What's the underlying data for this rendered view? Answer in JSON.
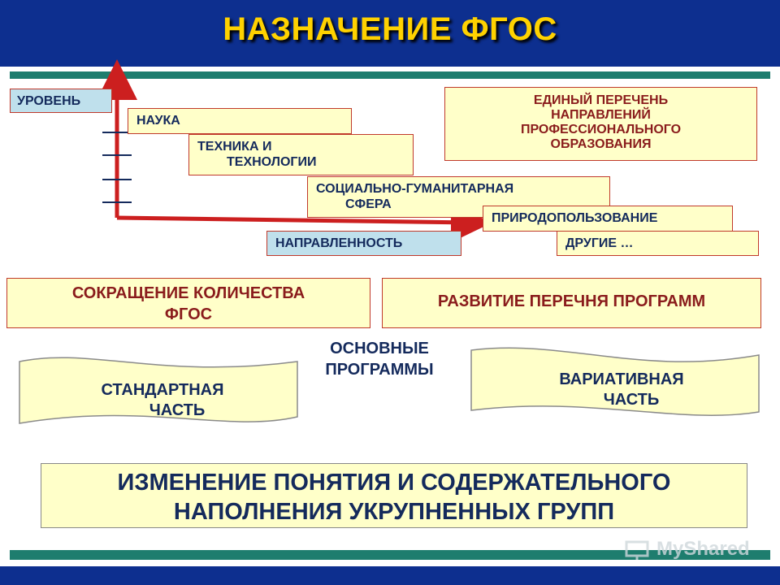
{
  "header": {
    "title": "НАЗНАЧЕНИЕ ФГОС"
  },
  "axis": {
    "y_label": "УРОВЕНЬ",
    "x_label": "НАПРАВЛЕННОСТЬ"
  },
  "steps": [
    {
      "text": "НАУКА"
    },
    {
      "line1": "ТЕХНИКА И",
      "line2": "ТЕХНОЛОГИИ"
    },
    {
      "line1": "СОЦИАЛЬНО-ГУМАНИТАРНАЯ",
      "line2": "СФЕРА"
    },
    {
      "text": "ПРИРОДОПОЛЬЗОВАНИЕ"
    },
    {
      "text": "ДРУГИЕ …"
    }
  ],
  "list_box": {
    "line1": "ЕДИНЫЙ ПЕРЕЧЕНЬ",
    "line2": "НАПРАВЛЕНИЙ",
    "line3": "ПРОФЕССИОНАЛЬНОГО",
    "line4": "ОБРАЗОВАНИЯ"
  },
  "reduce_box": {
    "line1": "СОКРАЩЕНИЕ КОЛИЧЕСТВА",
    "line2": "ФГОС"
  },
  "develop_box": {
    "text": "РАЗВИТИЕ ПЕРЕЧНЯ ПРОГРАММ"
  },
  "main_programs": {
    "line1": "ОСНОВНЫЕ",
    "line2": "ПРОГРАММЫ"
  },
  "standard_part": {
    "line1": "СТАНДАРТНАЯ",
    "line2": "ЧАСТЬ"
  },
  "variative_part": {
    "line1": "ВАРИАТИВНАЯ",
    "line2": "ЧАСТЬ"
  },
  "bottom_box": {
    "line1": "ИЗМЕНЕНИЕ ПОНЯТИЯ И СОДЕРЖАТЕЛЬНОГО",
    "line2": "НАПОЛНЕНИЯ УКРУПНЕННЫХ ГРУПП"
  },
  "watermark": {
    "text": "MyShared"
  },
  "colors": {
    "header": "#0d2f8f",
    "title": "#ffd200",
    "stripe": "#1e7d6e",
    "box_fill": "#ffffc9",
    "box_border": "#c0392b",
    "arrow": "#cc1f1f",
    "text_navy": "#142a5c",
    "text_red": "#8a1c1c"
  }
}
